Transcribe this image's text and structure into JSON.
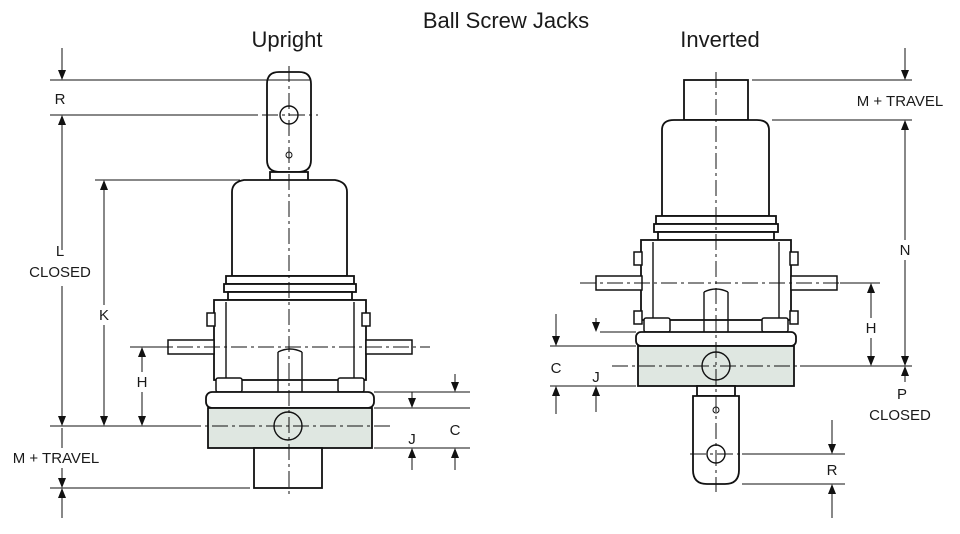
{
  "title": "Ball Screw Jacks",
  "upright": {
    "heading": "Upright",
    "labels": {
      "r": "R",
      "l": "L",
      "closed": "CLOSED",
      "k": "K",
      "h": "H",
      "m_travel": "M + TRAVEL",
      "j": "J",
      "c": "C"
    }
  },
  "inverted": {
    "heading": "Inverted",
    "labels": {
      "m_travel": "M + TRAVEL",
      "n": "N",
      "h": "H",
      "c": "C",
      "j": "J",
      "p": "P",
      "closed": "CLOSED",
      "r": "R"
    }
  }
}
